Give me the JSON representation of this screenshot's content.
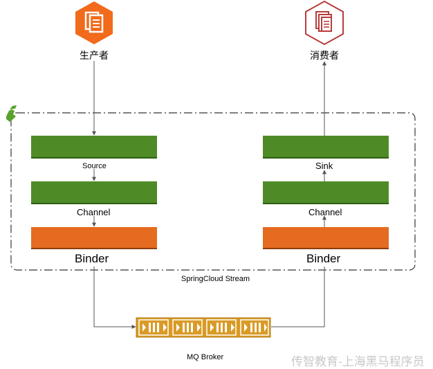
{
  "producer": {
    "label": "生产者",
    "icon": "document-copy-icon",
    "color": "#f26a1b"
  },
  "consumer": {
    "label": "消费者",
    "icon": "document-stack-icon",
    "color": "#b83c3c"
  },
  "stream": {
    "title": "SpringCloud Stream",
    "border_color": "#333333",
    "left": {
      "source_label": "Source",
      "channel_label": "Channel",
      "binder_label": "Binder"
    },
    "right": {
      "sink_label": "Sink",
      "channel_label": "Channel",
      "binder_label": "Binder"
    }
  },
  "broker": {
    "label": "MQ Broker",
    "icon": "message-queue-icon",
    "color": "#d99a26",
    "segments": 4
  },
  "colors": {
    "green": "#4e8b27",
    "green_dark": "#2f5e13",
    "orange": "#e46b1f",
    "orange_dark": "#8a3e10"
  },
  "watermark": "传智教育-上海黑马程序员"
}
